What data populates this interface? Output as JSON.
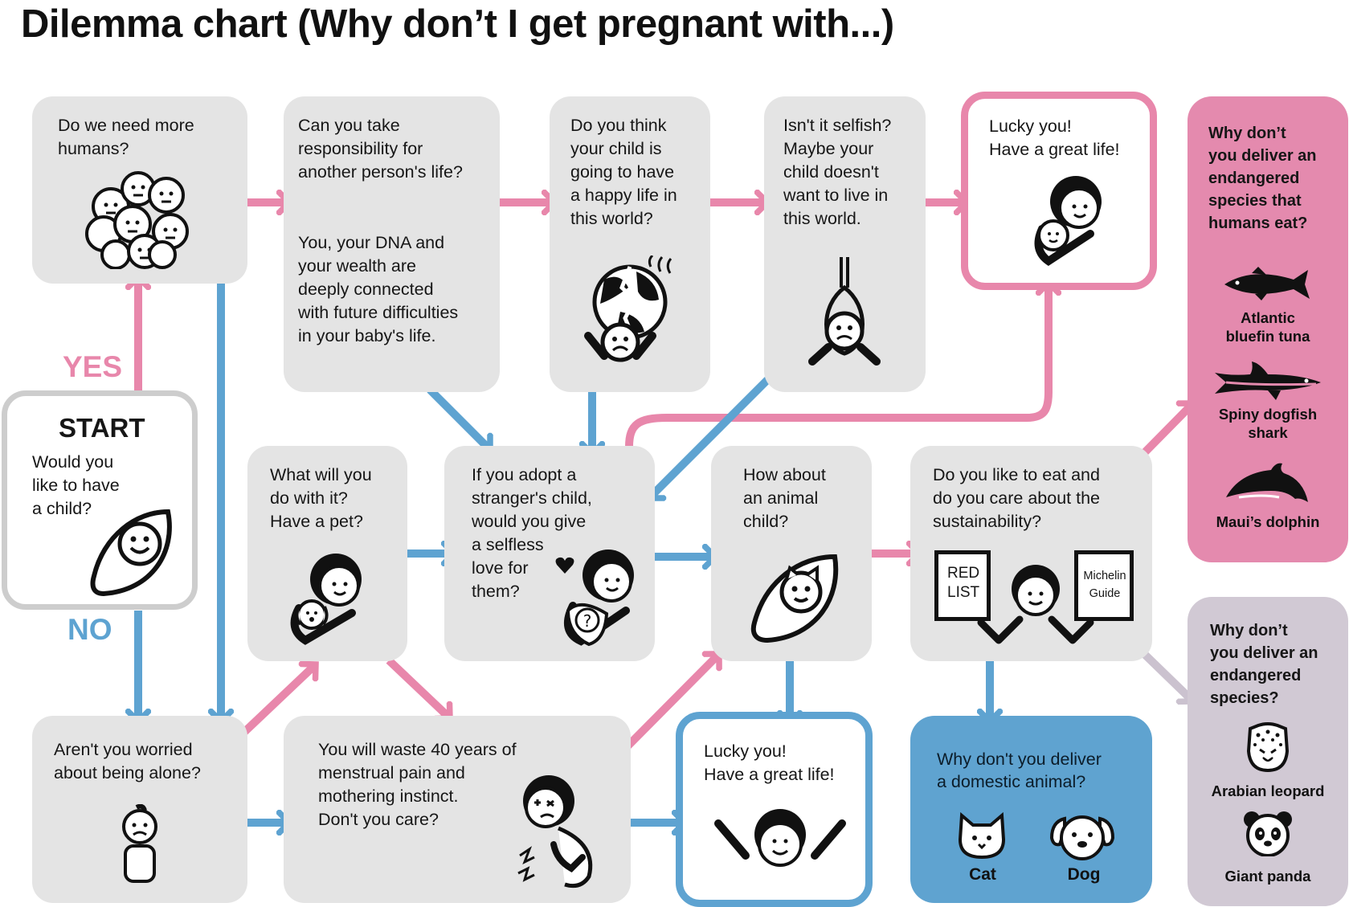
{
  "title": "Dilemma chart (Why don’t I get pregnant with...)",
  "labels": {
    "yes": "YES",
    "no": "NO"
  },
  "start": {
    "heading": "START",
    "text": "Would you\nlike to have\na child?"
  },
  "boxes": {
    "more_humans": "Do we need more\nhumans?",
    "responsibility": "Can you take\nresponsibility for\nanother person's life?",
    "dna": "You, your DNA and\nyour wealth are\ndeeply connected\nwith future difficulties\nin your baby's life.",
    "happy_life": "Do you think\nyour child is\ngoing to have\na happy life in\nthis world?",
    "selfish": "Isn't it selfish?\nMaybe your\nchild doesn't\nwant to live in\nthis world.",
    "lucky_top": "Lucky you!\nHave a great life!",
    "pet": "What will you\ndo with it?\nHave a pet?",
    "adopt": "If you adopt a\nstranger's child,\nwould you give\na selfless\nlove for\nthem?",
    "animal_child": "How about\nan animal\nchild?",
    "eat": "Do you  like to eat and\ndo you care about the\nsustainability?",
    "alone": "Aren't you worried\nabout being alone?",
    "waste": "You will waste 40 years of\nmenstrual pain and\nmothering  instinct.\nDon't you care?",
    "lucky_bottom": "Lucky you!\nHave a great life!",
    "domestic": "Why don't you deliver\na domestic animal?"
  },
  "books": {
    "red_list": "RED\nLIST",
    "michelin": "Michelin\nGuide"
  },
  "endangered_eat": {
    "question": "Why don’t\nyou deliver an\nendangered\nspecies that\nhumans eat?",
    "species": [
      "Atlantic\nbluefin tuna",
      "Spiny dogfish\nshark",
      "Maui’s dolphin"
    ]
  },
  "endangered": {
    "question": "Why don’t\nyou deliver an\nendangered\nspecies?",
    "species": [
      "Arabian leopard",
      "Giant panda"
    ]
  },
  "domestic_animals": [
    "Cat",
    "Dog"
  ],
  "colors": {
    "pink": "#e887ab",
    "blue": "#5ea3d1",
    "gray_box": "#e4e4e4",
    "pink_panel": "#e48aae",
    "lilac_panel": "#d1c9d4",
    "blue_panel": "#5fa3d0",
    "lilac_arrow": "#cbc2cf"
  },
  "icons": [
    "crowd-faces-icon",
    "baby-egg-icon",
    "broken-earth-icon",
    "noose-icon",
    "mother-baby-icon",
    "mother-pet-icon",
    "mother-question-baby-icon",
    "animal-egg-icon",
    "person-with-books-icon",
    "worried-person-icon",
    "pained-woman-icon",
    "happy-arms-up-icon",
    "tuna-icon",
    "shark-icon",
    "dolphin-icon",
    "leopard-icon",
    "panda-icon",
    "cat-icon",
    "dog-icon",
    "heart-icon"
  ]
}
